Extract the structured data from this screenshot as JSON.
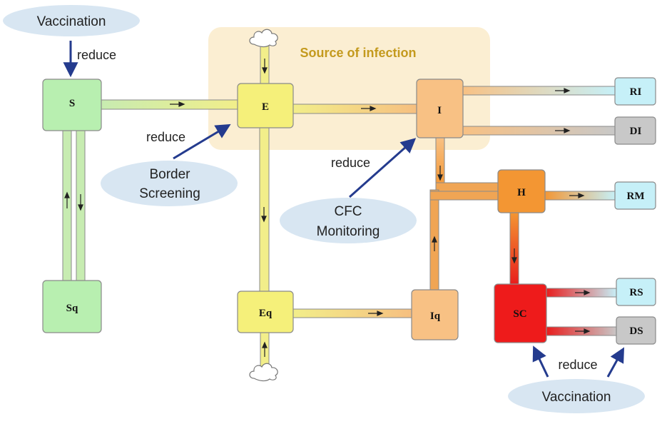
{
  "colors": {
    "s_fill": "#b8efb0",
    "e_fill": "#f5f07a",
    "i_fill": "#f8c184",
    "h_fill": "#f39633",
    "sc_fill": "#ee1b1b",
    "r_fill": "#c6f0f8",
    "d_fill": "#c8c8c8",
    "pipe_green": "#c7ecb1",
    "pipe_yellow": "#f2ee8a",
    "pipe_orange": "#f0a554",
    "pipe_red": "#e81c1c",
    "zone_fill": "#fbeed2",
    "zone_text": "#c49a1e",
    "ellipse_fill": "#d8e6f2",
    "arrow_blue": "#243b8e"
  },
  "zone": {
    "label": "Source of infection"
  },
  "nodes": {
    "S": "S",
    "Sq": "Sq",
    "E": "E",
    "Eq": "Eq",
    "I": "I",
    "Iq": "Iq",
    "H": "H",
    "SC": "SC",
    "RI": "RI",
    "DI": "DI",
    "RM": "RM",
    "RS": "RS",
    "DS": "DS"
  },
  "interventions": {
    "vaccination_top": {
      "label": "Vaccination",
      "action": "reduce"
    },
    "border": {
      "line1": "Border",
      "line2": "Screening",
      "action": "reduce"
    },
    "cfc": {
      "line1": "CFC",
      "line2": "Monitoring",
      "action": "reduce"
    },
    "vaccination_bottom": {
      "label": "Vaccination",
      "action": "reduce"
    }
  }
}
